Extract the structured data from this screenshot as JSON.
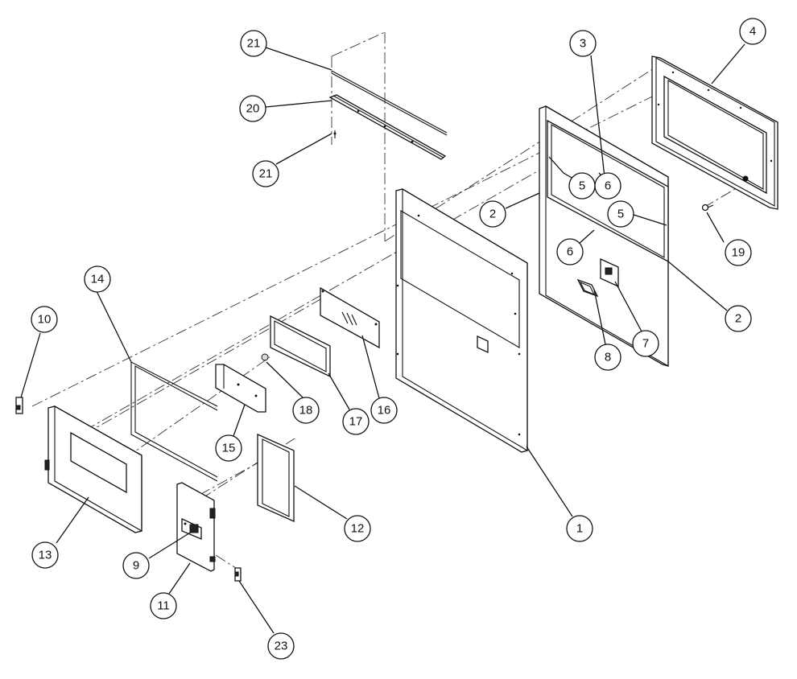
{
  "callouts": [
    {
      "id": "c21a",
      "label": "21"
    },
    {
      "id": "c20",
      "label": "20"
    },
    {
      "id": "c21b",
      "label": "21"
    },
    {
      "id": "c3",
      "label": "3"
    },
    {
      "id": "c4",
      "label": "4"
    },
    {
      "id": "c5a",
      "label": "5"
    },
    {
      "id": "c6a",
      "label": "6"
    },
    {
      "id": "c2a",
      "label": "2"
    },
    {
      "id": "c5b",
      "label": "5"
    },
    {
      "id": "c6b",
      "label": "6"
    },
    {
      "id": "c19",
      "label": "19"
    },
    {
      "id": "c2b",
      "label": "2"
    },
    {
      "id": "c14",
      "label": "14"
    },
    {
      "id": "c10",
      "label": "10"
    },
    {
      "id": "c8",
      "label": "8"
    },
    {
      "id": "c7",
      "label": "7"
    },
    {
      "id": "c18",
      "label": "18"
    },
    {
      "id": "c17",
      "label": "17"
    },
    {
      "id": "c16",
      "label": "16"
    },
    {
      "id": "c15",
      "label": "15"
    },
    {
      "id": "c12",
      "label": "12"
    },
    {
      "id": "c1",
      "label": "1"
    },
    {
      "id": "c13",
      "label": "13"
    },
    {
      "id": "c9",
      "label": "9"
    },
    {
      "id": "c11",
      "label": "11"
    },
    {
      "id": "c23",
      "label": "23"
    }
  ]
}
